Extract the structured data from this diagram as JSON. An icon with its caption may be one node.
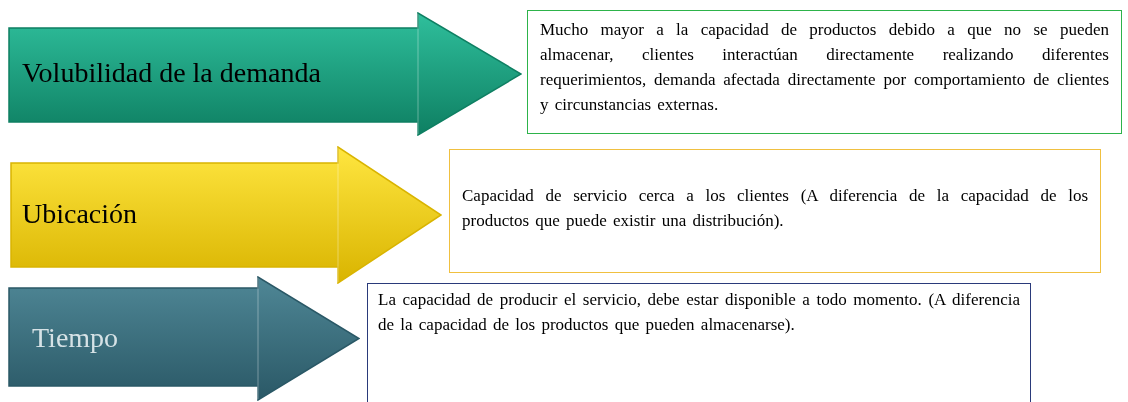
{
  "diagram": {
    "nodes": [
      {
        "text": [
          "Volubilidad de la demanda"
        ]
      },
      {
        "text": [
          "Mucho mayor a la capacidad de productos debido a que no se pueden almacenar, clientes interactúan directamente realizando diferentes requerimientos, demanda afectada directamente por comportamiento de clientes y circunstancias externas."
        ]
      },
      {
        "text": [
          "Ubicación"
        ]
      },
      {
        "text": [
          "Capacidad de servicio cerca a los clientes (A diferencia de la capacidad de los productos que puede existir una distribución)."
        ]
      },
      {
        "text": [
          "Tiempo"
        ]
      },
      {
        "text": [
          "La capacidad de producir el servicio, debe estar disponible a todo momento. (A diferencia de la capacidad de los productos que pueden almacenarse)."
        ]
      }
    ]
  }
}
